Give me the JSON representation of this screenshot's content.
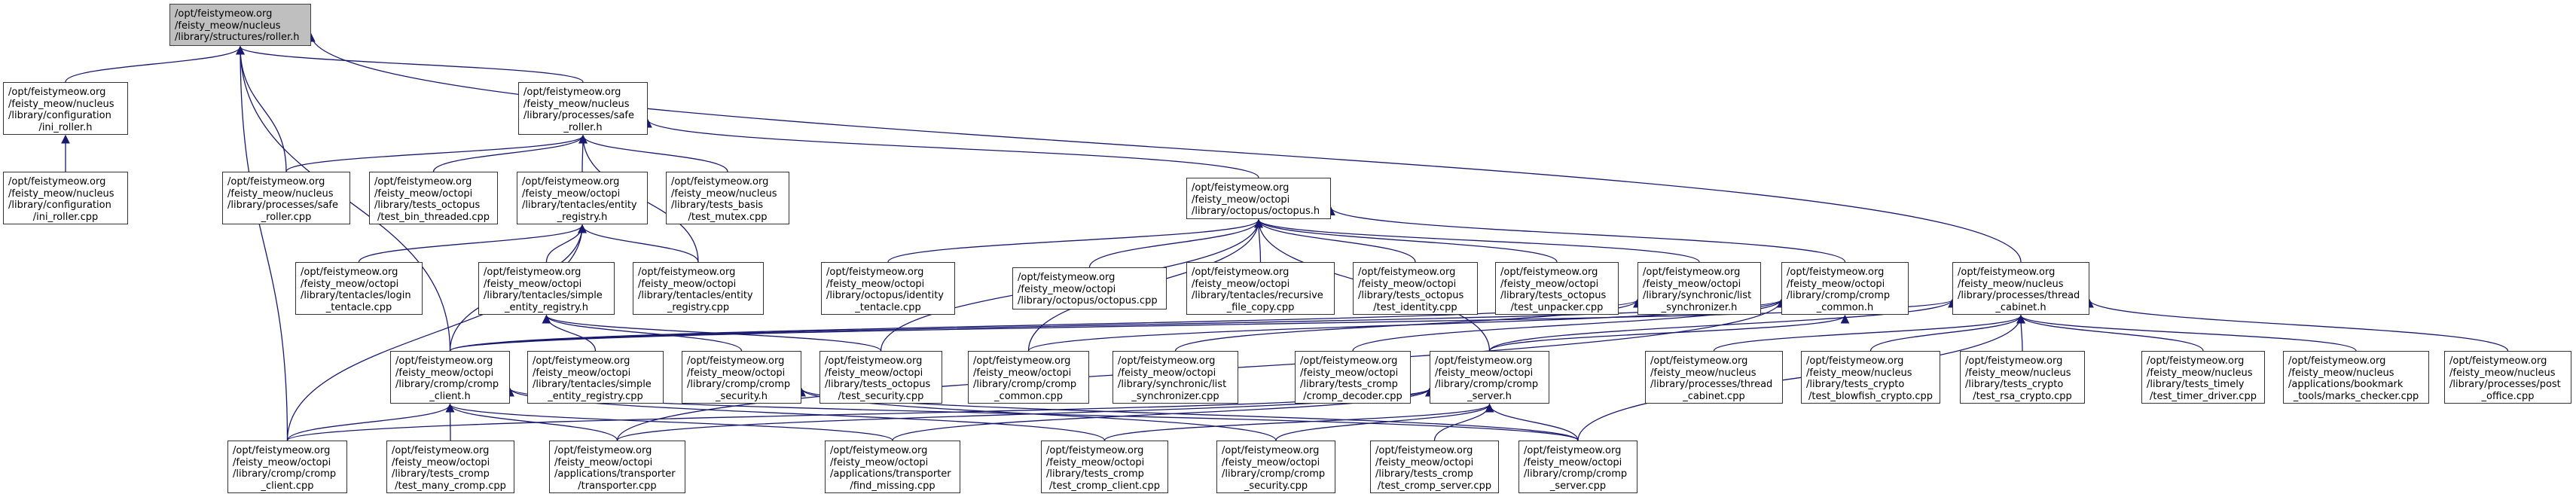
{
  "graph": {
    "type": "include-dependency-graph",
    "edge_color": "#191970",
    "root_fill": "#bfbfbf",
    "nodes": [
      {
        "id": "roller_h",
        "root": true,
        "lines": [
          "/opt/feistymeow.org",
          "/feisty_meow/nucleus",
          "/library/structures/roller.h"
        ]
      },
      {
        "id": "ini_roller_h",
        "lines": [
          "/opt/feistymeow.org",
          "/feisty_meow/nucleus",
          "/library/configuration",
          "/ini_roller.h"
        ]
      },
      {
        "id": "safe_roller_h",
        "lines": [
          "/opt/feistymeow.org",
          "/feisty_meow/nucleus",
          "/library/processes/safe",
          "_roller.h"
        ]
      },
      {
        "id": "ini_roller_cpp",
        "lines": [
          "/opt/feistymeow.org",
          "/feisty_meow/nucleus",
          "/library/configuration",
          "/ini_roller.cpp"
        ]
      },
      {
        "id": "safe_roller_cpp",
        "lines": [
          "/opt/feistymeow.org",
          "/feisty_meow/nucleus",
          "/library/processes/safe",
          "_roller.cpp"
        ]
      },
      {
        "id": "test_bin_threaded",
        "lines": [
          "/opt/feistymeow.org",
          "/feisty_meow/octopi",
          "/library/tests_octopus",
          "/test_bin_threaded.cpp"
        ]
      },
      {
        "id": "entity_registry_h",
        "lines": [
          "/opt/feistymeow.org",
          "/feisty_meow/octopi",
          "/library/tentacles/entity",
          "_registry.h"
        ]
      },
      {
        "id": "test_mutex",
        "lines": [
          "/opt/feistymeow.org",
          "/feisty_meow/nucleus",
          "/library/tests_basis",
          "/test_mutex.cpp"
        ]
      },
      {
        "id": "octopus_h",
        "lines": [
          "/opt/feistymeow.org",
          "/feisty_meow/octopi",
          "/library/octopus/octopus.h"
        ]
      },
      {
        "id": "login_tentacle",
        "lines": [
          "/opt/feistymeow.org",
          "/feisty_meow/octopi",
          "/library/tentacles/login",
          "_tentacle.cpp"
        ]
      },
      {
        "id": "simple_entity_registry_h",
        "lines": [
          "/opt/feistymeow.org",
          "/feisty_meow/octopi",
          "/library/tentacles/simple",
          "_entity_registry.h"
        ]
      },
      {
        "id": "entity_registry_cpp",
        "lines": [
          "/opt/feistymeow.org",
          "/feisty_meow/octopi",
          "/library/tentacles/entity",
          "_registry.cpp"
        ]
      },
      {
        "id": "identity_tentacle",
        "lines": [
          "/opt/feistymeow.org",
          "/feisty_meow/octopi",
          "/library/octopus/identity",
          "_tentacle.cpp"
        ]
      },
      {
        "id": "octopus_cpp",
        "lines": [
          "/opt/feistymeow.org",
          "/feisty_meow/octopi",
          "/library/octopus/octopus.cpp"
        ]
      },
      {
        "id": "recursive_file_copy",
        "lines": [
          "/opt/feistymeow.org",
          "/feisty_meow/octopi",
          "/library/tentacles/recursive",
          "_file_copy.cpp"
        ]
      },
      {
        "id": "test_identity",
        "lines": [
          "/opt/feistymeow.org",
          "/feisty_meow/octopi",
          "/library/tests_octopus",
          "/test_identity.cpp"
        ]
      },
      {
        "id": "test_unpacker",
        "lines": [
          "/opt/feistymeow.org",
          "/feisty_meow/octopi",
          "/library/tests_octopus",
          "/test_unpacker.cpp"
        ]
      },
      {
        "id": "list_synchronizer_h",
        "lines": [
          "/opt/feistymeow.org",
          "/feisty_meow/octopi",
          "/library/synchronic/list",
          "_synchronizer.h"
        ]
      },
      {
        "id": "cromp_common_h",
        "lines": [
          "/opt/feistymeow.org",
          "/feisty_meow/octopi",
          "/library/cromp/cromp",
          "_common.h"
        ]
      },
      {
        "id": "thread_cabinet_h",
        "lines": [
          "/opt/feistymeow.org",
          "/feisty_meow/nucleus",
          "/library/processes/thread",
          "_cabinet.h"
        ]
      },
      {
        "id": "cromp_client_h",
        "lines": [
          "/opt/feistymeow.org",
          "/feisty_meow/octopi",
          "/library/cromp/cromp",
          "_client.h"
        ]
      },
      {
        "id": "simple_entity_registry_cpp",
        "lines": [
          "/opt/feistymeow.org",
          "/feisty_meow/octopi",
          "/library/tentacles/simple",
          "_entity_registry.cpp"
        ]
      },
      {
        "id": "cromp_security_h",
        "lines": [
          "/opt/feistymeow.org",
          "/feisty_meow/octopi",
          "/library/cromp/cromp",
          "_security.h"
        ]
      },
      {
        "id": "test_security",
        "lines": [
          "/opt/feistymeow.org",
          "/feisty_meow/octopi",
          "/library/tests_octopus",
          "/test_security.cpp"
        ]
      },
      {
        "id": "cromp_common_cpp",
        "lines": [
          "/opt/feistymeow.org",
          "/feisty_meow/octopi",
          "/library/cromp/cromp",
          "_common.cpp"
        ]
      },
      {
        "id": "list_synchronizer_cpp",
        "lines": [
          "/opt/feistymeow.org",
          "/feisty_meow/octopi",
          "/library/synchronic/list",
          "_synchronizer.cpp"
        ]
      },
      {
        "id": "cromp_decoder",
        "lines": [
          "/opt/feistymeow.org",
          "/feisty_meow/octopi",
          "/library/tests_cromp",
          "/cromp_decoder.cpp"
        ]
      },
      {
        "id": "cromp_server_h",
        "lines": [
          "/opt/feistymeow.org",
          "/feisty_meow/octopi",
          "/library/cromp/cromp",
          "_server.h"
        ]
      },
      {
        "id": "thread_cabinet_cpp",
        "lines": [
          "/opt/feistymeow.org",
          "/feisty_meow/nucleus",
          "/library/processes/thread",
          "_cabinet.cpp"
        ]
      },
      {
        "id": "test_blowfish",
        "lines": [
          "/opt/feistymeow.org",
          "/feisty_meow/nucleus",
          "/library/tests_crypto",
          "/test_blowfish_crypto.cpp"
        ]
      },
      {
        "id": "test_rsa",
        "lines": [
          "/opt/feistymeow.org",
          "/feisty_meow/nucleus",
          "/library/tests_crypto",
          "/test_rsa_crypto.cpp"
        ]
      },
      {
        "id": "test_timer_driver",
        "lines": [
          "/opt/feistymeow.org",
          "/feisty_meow/nucleus",
          "/library/tests_timely",
          "/test_timer_driver.cpp"
        ]
      },
      {
        "id": "marks_checker",
        "lines": [
          "/opt/feistymeow.org",
          "/feisty_meow/nucleus",
          "/applications/bookmark",
          "_tools/marks_checker.cpp"
        ]
      },
      {
        "id": "post_office",
        "lines": [
          "/opt/feistymeow.org",
          "/feisty_meow/nucleus",
          "/library/processes/post",
          "_office.cpp"
        ]
      },
      {
        "id": "cromp_client_cpp",
        "lines": [
          "/opt/feistymeow.org",
          "/feisty_meow/octopi",
          "/library/cromp/cromp",
          "_client.cpp"
        ]
      },
      {
        "id": "test_many_cromp",
        "lines": [
          "/opt/feistymeow.org",
          "/feisty_meow/octopi",
          "/library/tests_cromp",
          "/test_many_cromp.cpp"
        ]
      },
      {
        "id": "transporter",
        "lines": [
          "/opt/feistymeow.org",
          "/feisty_meow/octopi",
          "/applications/transporter",
          "/transporter.cpp"
        ]
      },
      {
        "id": "find_missing",
        "lines": [
          "/opt/feistymeow.org",
          "/feisty_meow/octopi",
          "/applications/transporter",
          "/find_missing.cpp"
        ]
      },
      {
        "id": "test_cromp_client",
        "lines": [
          "/opt/feistymeow.org",
          "/feisty_meow/octopi",
          "/library/tests_cromp",
          "/test_cromp_client.cpp"
        ]
      },
      {
        "id": "cromp_security_cpp",
        "lines": [
          "/opt/feistymeow.org",
          "/feisty_meow/octopi",
          "/library/cromp/cromp",
          "_security.cpp"
        ]
      },
      {
        "id": "test_cromp_server",
        "lines": [
          "/opt/feistymeow.org",
          "/feisty_meow/octopi",
          "/library/tests_cromp",
          "/test_cromp_server.cpp"
        ]
      },
      {
        "id": "cromp_server_cpp",
        "lines": [
          "/opt/feistymeow.org",
          "/feisty_meow/octopi",
          "/library/cromp/cromp",
          "_server.cpp"
        ]
      }
    ],
    "edges": [
      [
        "ini_roller_h",
        "roller_h"
      ],
      [
        "safe_roller_h",
        "roller_h"
      ],
      [
        "safe_roller_cpp",
        "roller_h"
      ],
      [
        "cromp_client_h",
        "roller_h"
      ],
      [
        "cromp_client_cpp",
        "roller_h"
      ],
      [
        "thread_cabinet_h",
        "roller_h"
      ],
      [
        "ini_roller_cpp",
        "ini_roller_h"
      ],
      [
        "safe_roller_cpp",
        "safe_roller_h"
      ],
      [
        "test_bin_threaded",
        "safe_roller_h"
      ],
      [
        "entity_registry_h",
        "safe_roller_h"
      ],
      [
        "test_mutex",
        "safe_roller_h"
      ],
      [
        "octopus_h",
        "safe_roller_h"
      ],
      [
        "entity_registry_cpp",
        "safe_roller_h"
      ],
      [
        "login_tentacle",
        "entity_registry_h"
      ],
      [
        "simple_entity_registry_h",
        "entity_registry_h"
      ],
      [
        "entity_registry_cpp",
        "entity_registry_h"
      ],
      [
        "cromp_client_h",
        "entity_registry_h"
      ],
      [
        "cromp_client_cpp",
        "entity_registry_h"
      ],
      [
        "identity_tentacle",
        "octopus_h"
      ],
      [
        "octopus_cpp",
        "octopus_h"
      ],
      [
        "recursive_file_copy",
        "octopus_h"
      ],
      [
        "test_identity",
        "octopus_h"
      ],
      [
        "test_unpacker",
        "octopus_h"
      ],
      [
        "list_synchronizer_h",
        "octopus_h"
      ],
      [
        "cromp_common_h",
        "octopus_h"
      ],
      [
        "test_security",
        "octopus_h"
      ],
      [
        "cromp_common_cpp",
        "octopus_h"
      ],
      [
        "cromp_server_h",
        "octopus_h"
      ],
      [
        "simple_entity_registry_cpp",
        "simple_entity_registry_h"
      ],
      [
        "cromp_security_h",
        "simple_entity_registry_h"
      ],
      [
        "test_security",
        "simple_entity_registry_h"
      ],
      [
        "list_synchronizer_cpp",
        "list_synchronizer_h"
      ],
      [
        "cromp_client_h",
        "list_synchronizer_h"
      ],
      [
        "cromp_client_h",
        "cromp_common_h"
      ],
      [
        "cromp_common_cpp",
        "cromp_common_h"
      ],
      [
        "cromp_decoder",
        "cromp_common_h"
      ],
      [
        "cromp_server_h",
        "cromp_common_h"
      ],
      [
        "transporter",
        "cromp_common_h"
      ],
      [
        "cromp_client_h",
        "thread_cabinet_h"
      ],
      [
        "thread_cabinet_cpp",
        "thread_cabinet_h"
      ],
      [
        "test_blowfish",
        "thread_cabinet_h"
      ],
      [
        "test_rsa",
        "thread_cabinet_h"
      ],
      [
        "test_timer_driver",
        "thread_cabinet_h"
      ],
      [
        "marks_checker",
        "thread_cabinet_h"
      ],
      [
        "post_office",
        "thread_cabinet_h"
      ],
      [
        "cromp_server_h",
        "thread_cabinet_h"
      ],
      [
        "cromp_server_cpp",
        "thread_cabinet_h"
      ],
      [
        "cromp_client_cpp",
        "cromp_client_h"
      ],
      [
        "test_many_cromp",
        "cromp_client_h"
      ],
      [
        "transporter",
        "cromp_client_h"
      ],
      [
        "find_missing",
        "cromp_client_h"
      ],
      [
        "test_cromp_client",
        "cromp_client_h"
      ],
      [
        "cromp_server_cpp",
        "cromp_client_h"
      ],
      [
        "cromp_security_cpp",
        "cromp_security_h"
      ],
      [
        "cromp_server_cpp",
        "cromp_security_h"
      ],
      [
        "cromp_client_cpp",
        "cromp_server_h"
      ],
      [
        "find_missing",
        "cromp_server_h"
      ],
      [
        "test_cromp_client",
        "cromp_server_h"
      ],
      [
        "cromp_security_cpp",
        "cromp_server_h"
      ],
      [
        "test_cromp_server",
        "cromp_server_h"
      ],
      [
        "cromp_server_cpp",
        "cromp_server_h"
      ],
      [
        "transporter",
        "cromp_server_h"
      ]
    ]
  }
}
